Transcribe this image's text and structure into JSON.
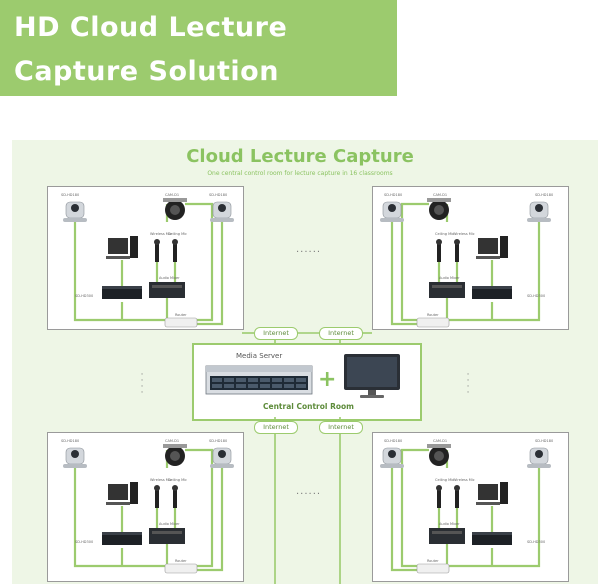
{
  "banner": {
    "title": "HD Cloud Lecture\nCapture Solution",
    "color": "#9ccb6e"
  },
  "diagram": {
    "title": "Cloud Lecture Capture",
    "subtitle": "One central control room for lecture capture in 16 classrooms",
    "ellipsis": "......",
    "center": {
      "media_server": "Media Server",
      "room_label": "Central Control Room",
      "plus": "+"
    },
    "internet_label": "Internet",
    "device_labels": {
      "camera": "SD-HD180",
      "dome": "CAM-D1",
      "mic1": "Wireless Mic",
      "mic2": "Ceiling Mic",
      "mixer": "Audio Mixer",
      "recorder": "SD-HD300",
      "router": "Router"
    }
  }
}
